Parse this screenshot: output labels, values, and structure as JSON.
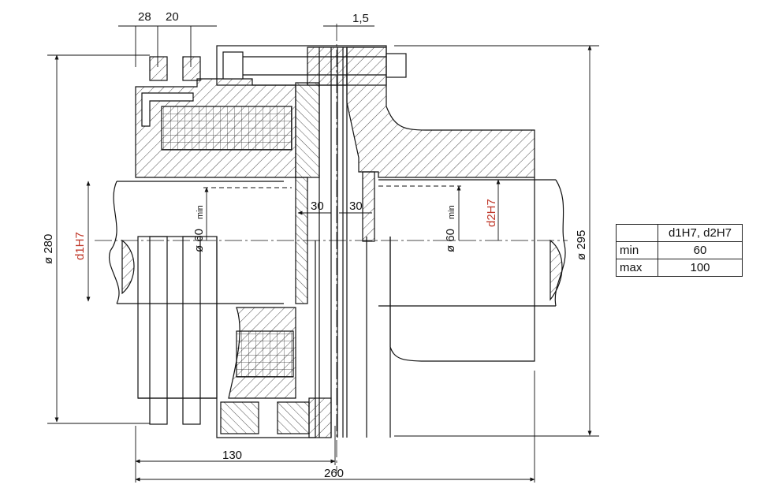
{
  "drawing": {
    "dimensions": {
      "d28": "28",
      "d20": "20",
      "d1_5": "1,5",
      "d30_left": "30",
      "d30_right": "30",
      "d130": "130",
      "d260": "260",
      "dia280": "ø 280",
      "dia295": "ø 295",
      "dia60_left": "ø 60",
      "dia60_right": "ø 60",
      "min_left": "min",
      "min_right": "min"
    },
    "labels": {
      "d1": "d1H7",
      "d2": "d2H7"
    },
    "colors": {
      "line": "#111111",
      "bore_label": "#c0392b"
    }
  },
  "table": {
    "header": [
      "",
      "d1H7, d2H7"
    ],
    "rows": [
      {
        "label": "min",
        "value": "60"
      },
      {
        "label": "max",
        "value": "100"
      }
    ]
  }
}
